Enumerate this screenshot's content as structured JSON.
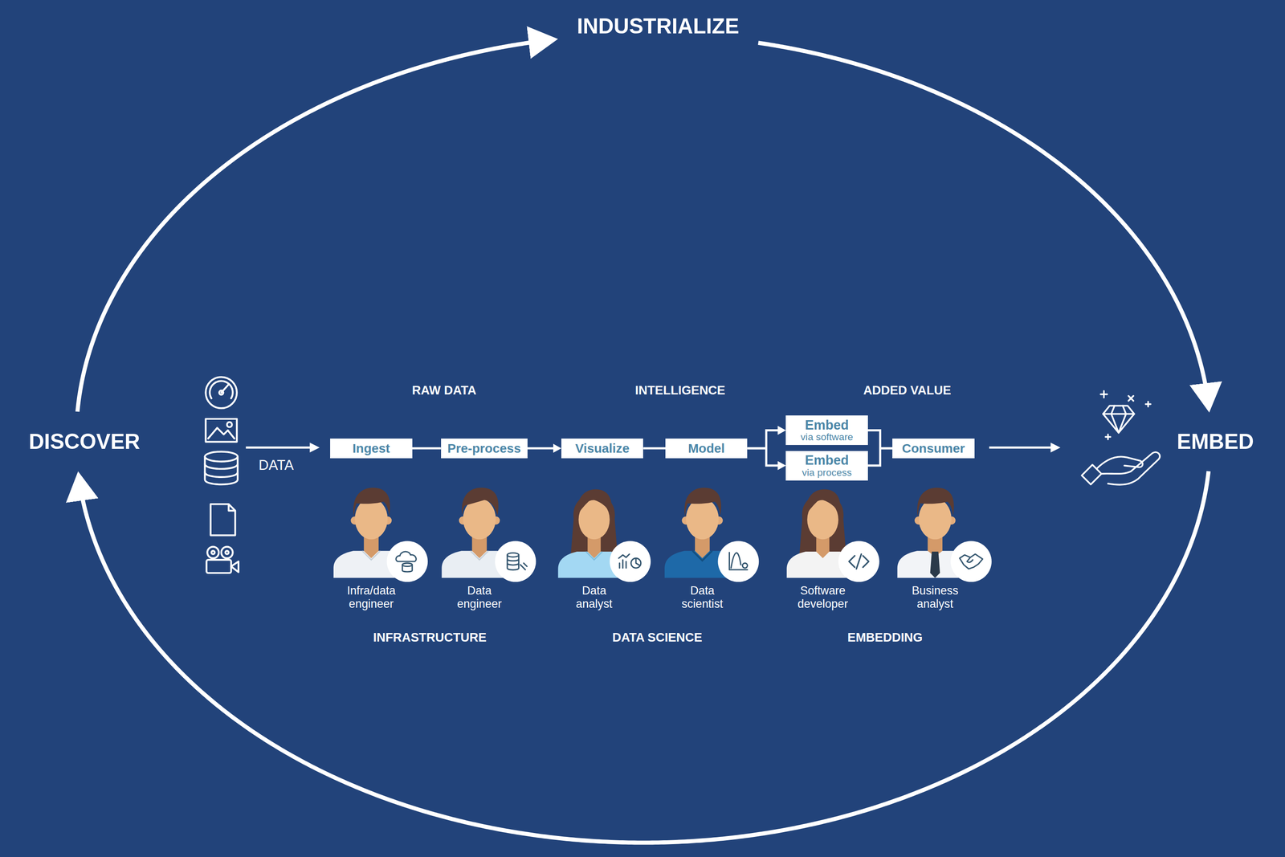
{
  "diagram": {
    "nodes": [
      {
        "text": [
          "INDUSTRIALIZE"
        ]
      },
      {
        "text": [
          "DISCOVER"
        ]
      },
      {
        "text": [
          "RAW DATA"
        ]
      },
      {
        "text": [
          "INTELLIGENCE"
        ]
      },
      {
        "text": [
          "ADDED VALUE"
        ]
      },
      {
        "text": [
          "INFRASTRUCTURE"
        ]
      },
      {
        "text": [
          "Ingest"
        ],
        "in": 5
      },
      {
        "text": [
          "Pre-process"
        ],
        "in": 5
      },
      {
        "text": [
          "Infra/data engineer"
        ],
        "in": 5
      },
      {
        "text": [
          "Data engineer"
        ],
        "in": 5
      },
      {
        "text": [
          "DATA SCIENCE"
        ]
      },
      {
        "text": [
          "Visualize"
        ],
        "in": 10
      },
      {
        "text": [
          "Model"
        ],
        "in": 10
      },
      {
        "text": [
          "Data analyst"
        ],
        "in": 10
      },
      {
        "text": [
          "Data scientist"
        ],
        "in": 10
      },
      {
        "text": [
          "EMBEDDING"
        ]
      },
      {
        "text": [
          "Embed",
          "via software"
        ],
        "in": 15
      },
      {
        "text": [
          "Embed",
          "via process"
        ],
        "in": 15
      },
      {
        "text": [
          "Consumer"
        ],
        "in": 15
      },
      {
        "text": [
          "Software developer"
        ],
        "in": 15
      },
      {
        "text": [
          "Business analyst"
        ],
        "in": 15
      },
      {
        "text": [
          "EMBED"
        ]
      }
    ],
    "edges": [
      {
        "from": 1,
        "to": 0,
        "arrow": "to"
      },
      {
        "from": 0,
        "to": 21,
        "arrow": "to"
      },
      {
        "from": 21,
        "to": 1,
        "arrow": "to"
      },
      {
        "from": 6,
        "to": 7,
        "arrow": "none"
      },
      {
        "from": 7,
        "to": 11,
        "arrow": "to"
      },
      {
        "from": 11,
        "to": 12,
        "arrow": "none"
      },
      {
        "from": 12,
        "to": 16,
        "arrow": "to"
      },
      {
        "from": 12,
        "to": 17,
        "arrow": "to"
      },
      {
        "from": 16,
        "to": 18,
        "arrow": "none"
      },
      {
        "from": 17,
        "to": 18,
        "arrow": "none"
      }
    ],
    "labels": [
      "DATA"
    ]
  }
}
